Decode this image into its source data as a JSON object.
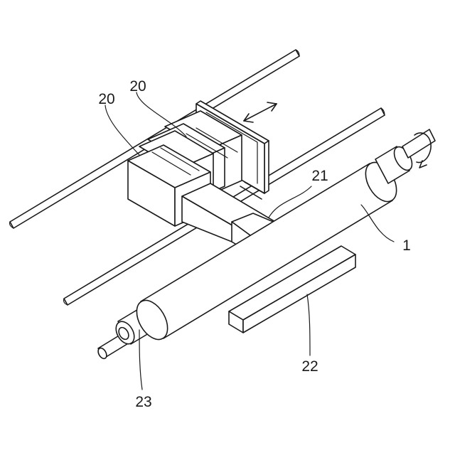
{
  "labels": {
    "head_unit_left": "20",
    "head_unit_right": "20",
    "nozzle": "21",
    "roller": "1",
    "bar": "22",
    "shaft_end": "23"
  },
  "icons": {
    "bidirectional_arrow": "double-arrow-icon",
    "rotation_arrow": "rotation-arrow-icon"
  },
  "colors": {
    "line": "#1a1a1a",
    "background": "#ffffff"
  }
}
